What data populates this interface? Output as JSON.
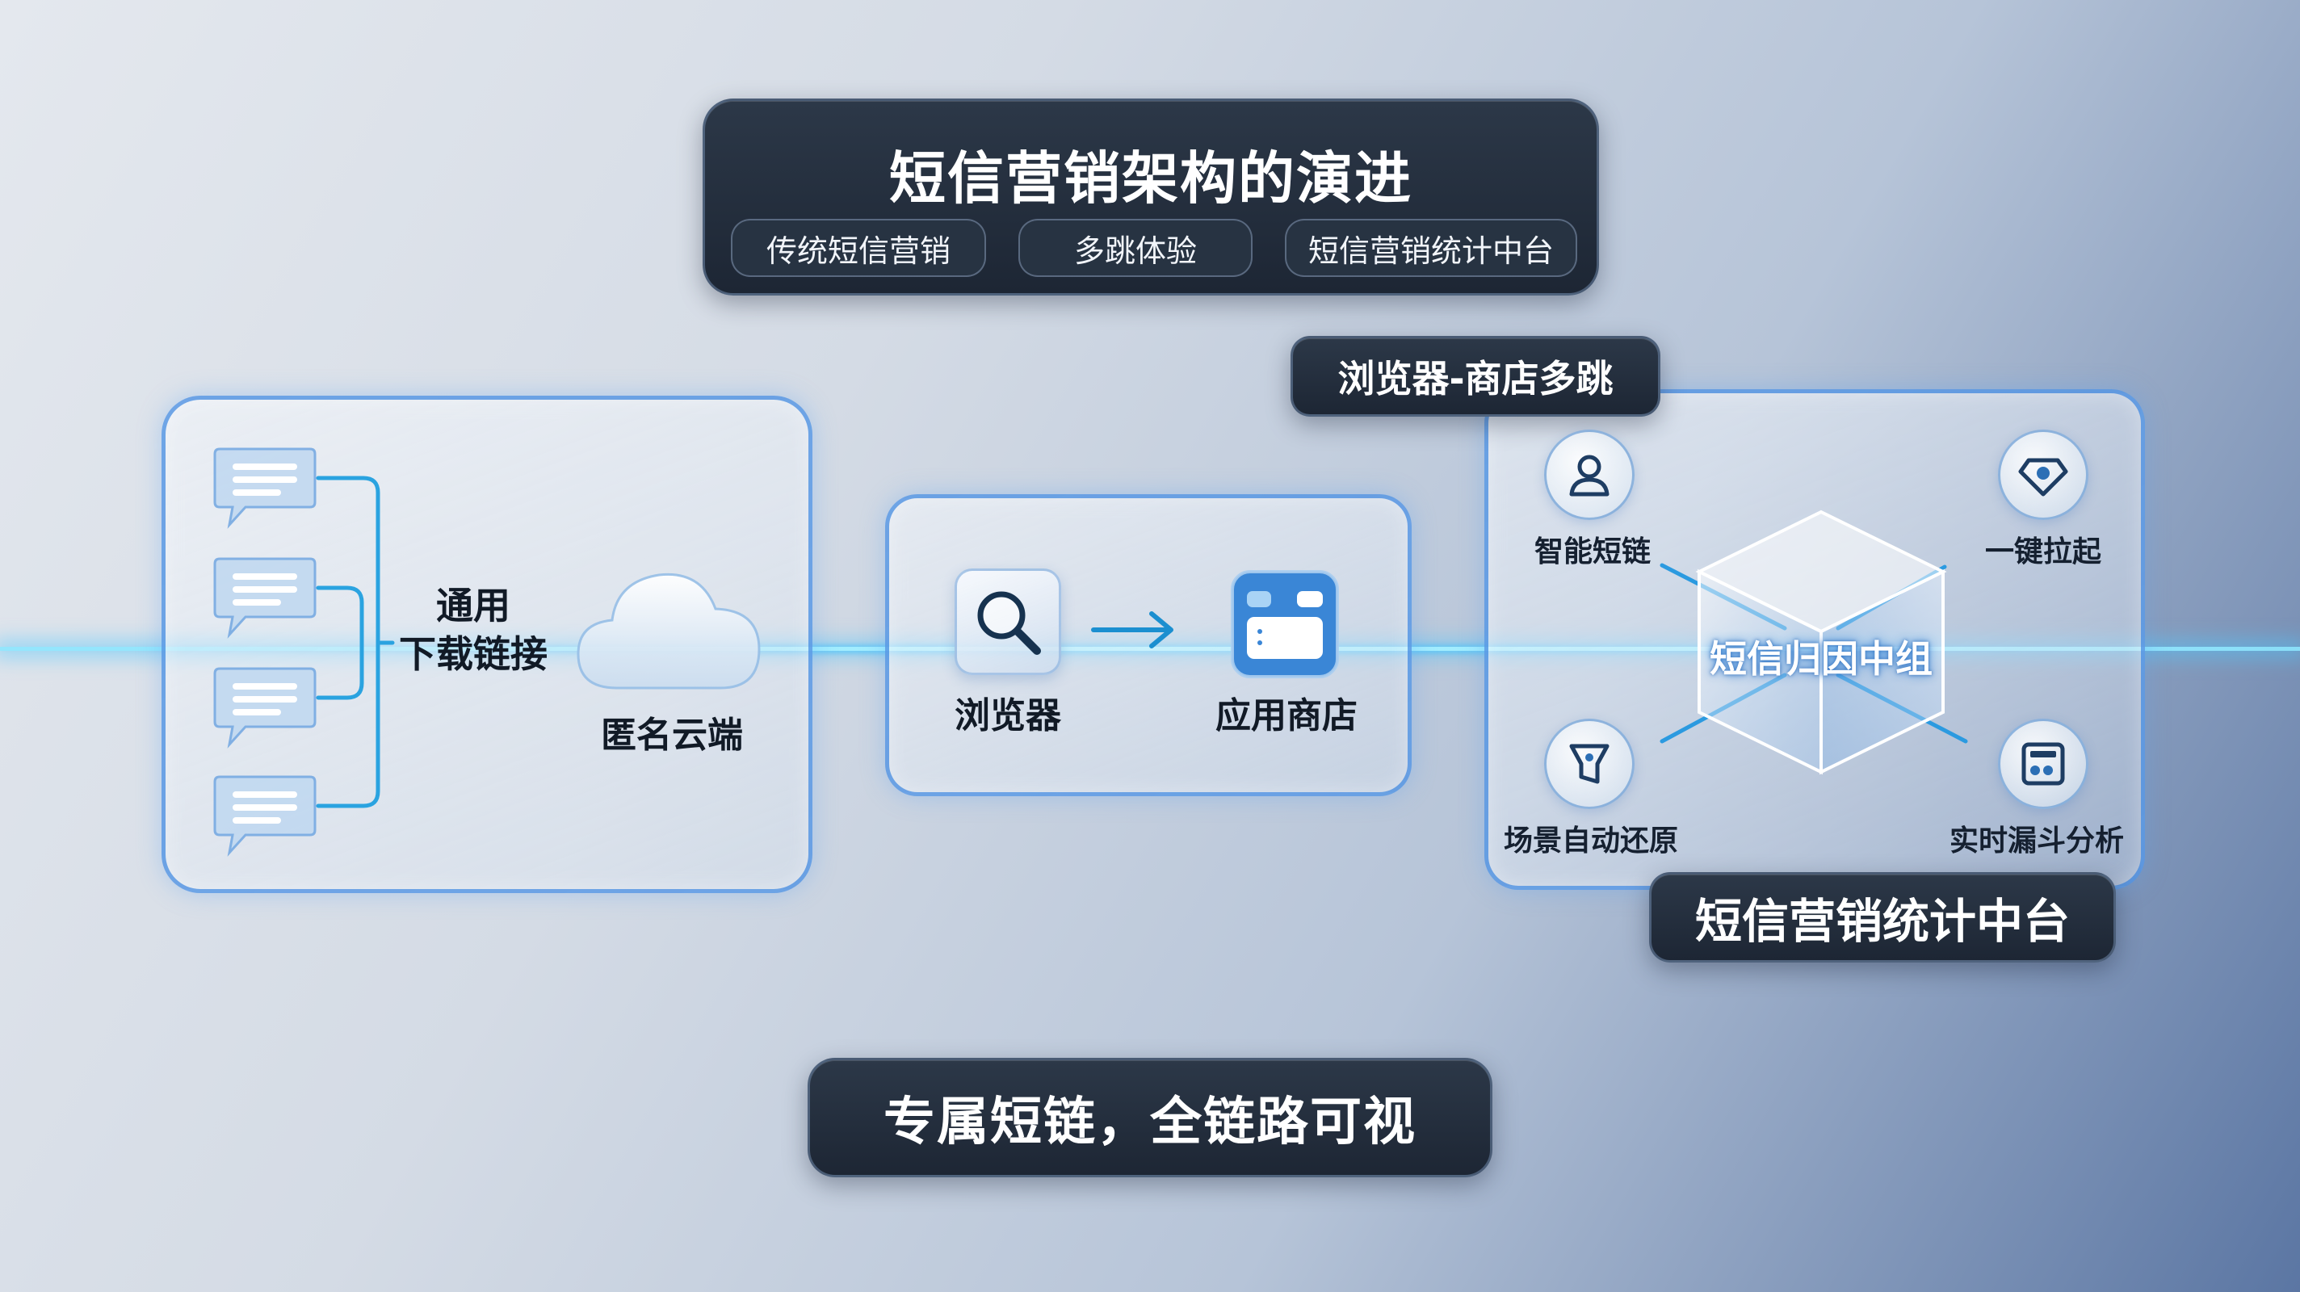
{
  "header": {
    "title": "短信营销架构的演进",
    "tabs": [
      "传统短信营销",
      "多跳体验",
      "短信营销统计中台"
    ]
  },
  "left_panel": {
    "link_label_line1": "通用",
    "link_label_line2": "下载链接",
    "cloud_label": "匿名云端"
  },
  "middle_panel": {
    "tag": "浏览器-商店多跳",
    "browser_label": "浏览器",
    "store_label": "应用商店"
  },
  "right_panel": {
    "center_label": "短信归因中组",
    "features": [
      "智能短链",
      "一键拉起",
      "场景自动还原",
      "实时漏斗分析"
    ],
    "footer": "短信营销统计中台"
  },
  "bottom": {
    "slogan": "专属短链，全链路可视"
  },
  "colors": {
    "accent_blue": "#3f8fe0",
    "beam_cyan": "#7fdcff",
    "dark_panel": "#1f2836"
  }
}
